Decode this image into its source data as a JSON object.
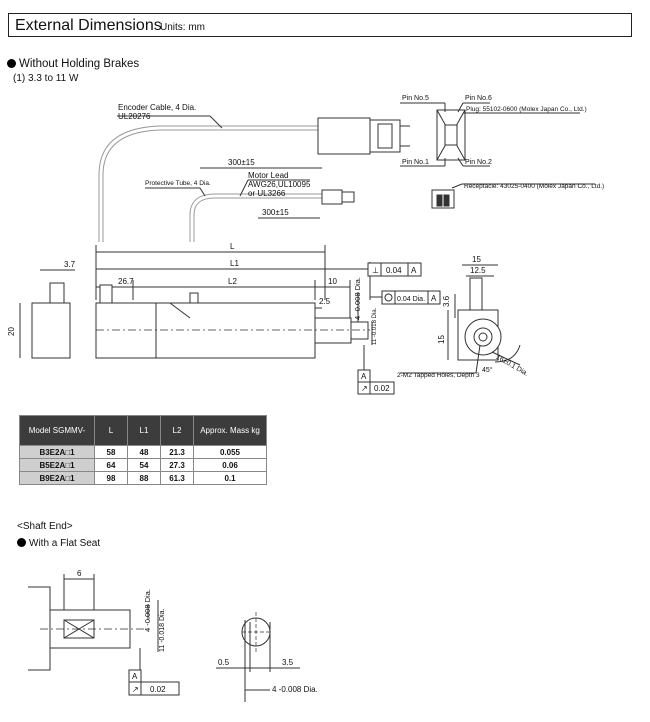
{
  "header": {
    "title": "External Dimensions",
    "units": "Units: mm"
  },
  "section1": {
    "heading": "Without Holding Brakes",
    "subheading": "(1) 3.3 to 11 W"
  },
  "drawing": {
    "encoder_cable": [
      "Encoder Cable, 4 Dia.",
      "UL20276"
    ],
    "motor_lead": [
      "Motor Lead",
      "AWG26,UL10095",
      "or UL3266"
    ],
    "protective_tube": "Protective Tube, 4 Dia.",
    "cable_len_1": "300±15",
    "cable_len_2": "300±15",
    "pin5": "Pin No.5",
    "pin6": "Pin No.6",
    "pin1": "Pin No.1",
    "pin2": "Pin No.2",
    "plug": "Plug: 55102-0600 (Molex Japan Co., Ltd.)",
    "receptacle": "Receptacle: 43025-0400 (Molex Japan Co., Ltd.)",
    "dim_L": "L",
    "dim_L1": "L1",
    "dim_L2": "L2",
    "dim_37": "3.7",
    "dim_267": "26.7",
    "dim_10": "10",
    "dim_25": "2.5",
    "dim_20": "20",
    "dim_15a": "15",
    "dim_125": "12.5",
    "dim_36": "3.6",
    "dim_15b": "15",
    "shaft_dia": "4 -0.008 Dia.",
    "pilot_dia": "11 -0.018 Dia.",
    "perp_sym": "⊥",
    "perp_val": "0.04",
    "perp_ref": "A",
    "conc_val": "0.04 Dia.",
    "conc_ref": "A",
    "datum": "A",
    "runout_sym": "↗",
    "runout_val": "0.02",
    "tapped": "2-M2 Tapped Holes, Depth 3",
    "pcd": "16±0.1 Dia.",
    "angle": "45°"
  },
  "table": {
    "headers": [
      "Model SGMMV-",
      "L",
      "L1",
      "L2",
      "Approx. Mass kg"
    ],
    "rows": [
      [
        "B3E2A□1",
        "58",
        "48",
        "21.3",
        "0.055"
      ],
      [
        "B5E2A□1",
        "64",
        "54",
        "27.3",
        "0.06"
      ],
      [
        "B9E2A□1",
        "98",
        "88",
        "61.3",
        "0.1"
      ]
    ]
  },
  "shaft_end": {
    "heading": "<Shaft End>",
    "subheading": "With a Flat Seat",
    "dim_6": "6",
    "shaft_dia": "4 -0.008 Dia.",
    "pilot_dia": "11 -0.018 Dia.",
    "datum": "A",
    "runout_sym": "↗",
    "runout_val": "0.02",
    "dim_05": "0.5",
    "dim_35": "3.5",
    "dia_label": "4 -0.008 Dia."
  }
}
